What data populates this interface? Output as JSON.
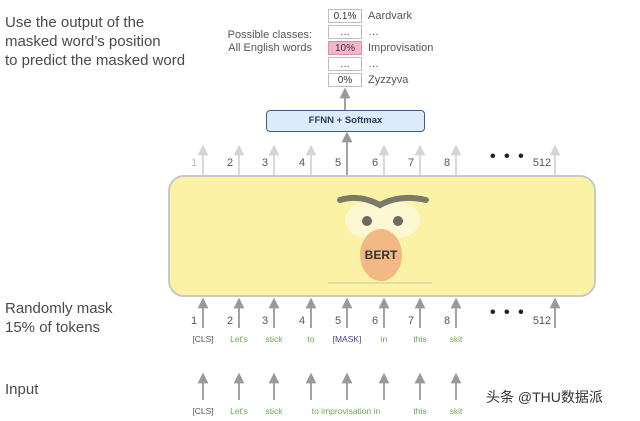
{
  "heading": {
    "line1": "Use the output of the",
    "line2": "masked word’s position",
    "line3": "to predict the masked word"
  },
  "classes_label": {
    "line1": "Possible classes:",
    "line2": "All English words"
  },
  "predictions": [
    {
      "prob": "0.1%",
      "word": "Aardvark",
      "highlight": false
    },
    {
      "prob": "…",
      "word": "…",
      "highlight": false
    },
    {
      "prob": "10%",
      "word": "Improvisation",
      "highlight": true
    },
    {
      "prob": "…",
      "word": "…",
      "highlight": false
    },
    {
      "prob": "0%",
      "word": "Zyzzyva",
      "highlight": false
    }
  ],
  "ffnn_label": "FFNN + Softmax",
  "bert_label": "BERT",
  "top_positions": [
    "1",
    "2",
    "3",
    "4",
    "5",
    "6",
    "7",
    "8",
    "512"
  ],
  "bottom_positions": [
    "1",
    "2",
    "3",
    "4",
    "5",
    "6",
    "7",
    "8",
    "512"
  ],
  "ellipsis": "• • •",
  "mask_text": {
    "line1": "Randomly mask",
    "line2": "15% of tokens"
  },
  "masked_tokens": [
    "[CLS]",
    "Let’s",
    "stick",
    "to",
    "[MASK]",
    "in",
    "this",
    "skit"
  ],
  "input_label": "Input",
  "input_tokens": [
    "[CLS]",
    "Let’s",
    "stick",
    "to improvisation in",
    "this",
    "skit"
  ],
  "watermark": "头条 @THU数据派",
  "colors": {
    "bert_body": "#fbf2a6",
    "face": "#f3b985",
    "highlight": "#f4b6c8",
    "ffnn_fill": "#dceaf9",
    "ffnn_border": "#3f5e86",
    "token_green": "#6aa84f",
    "mask_purple": "#4a3f8c"
  }
}
